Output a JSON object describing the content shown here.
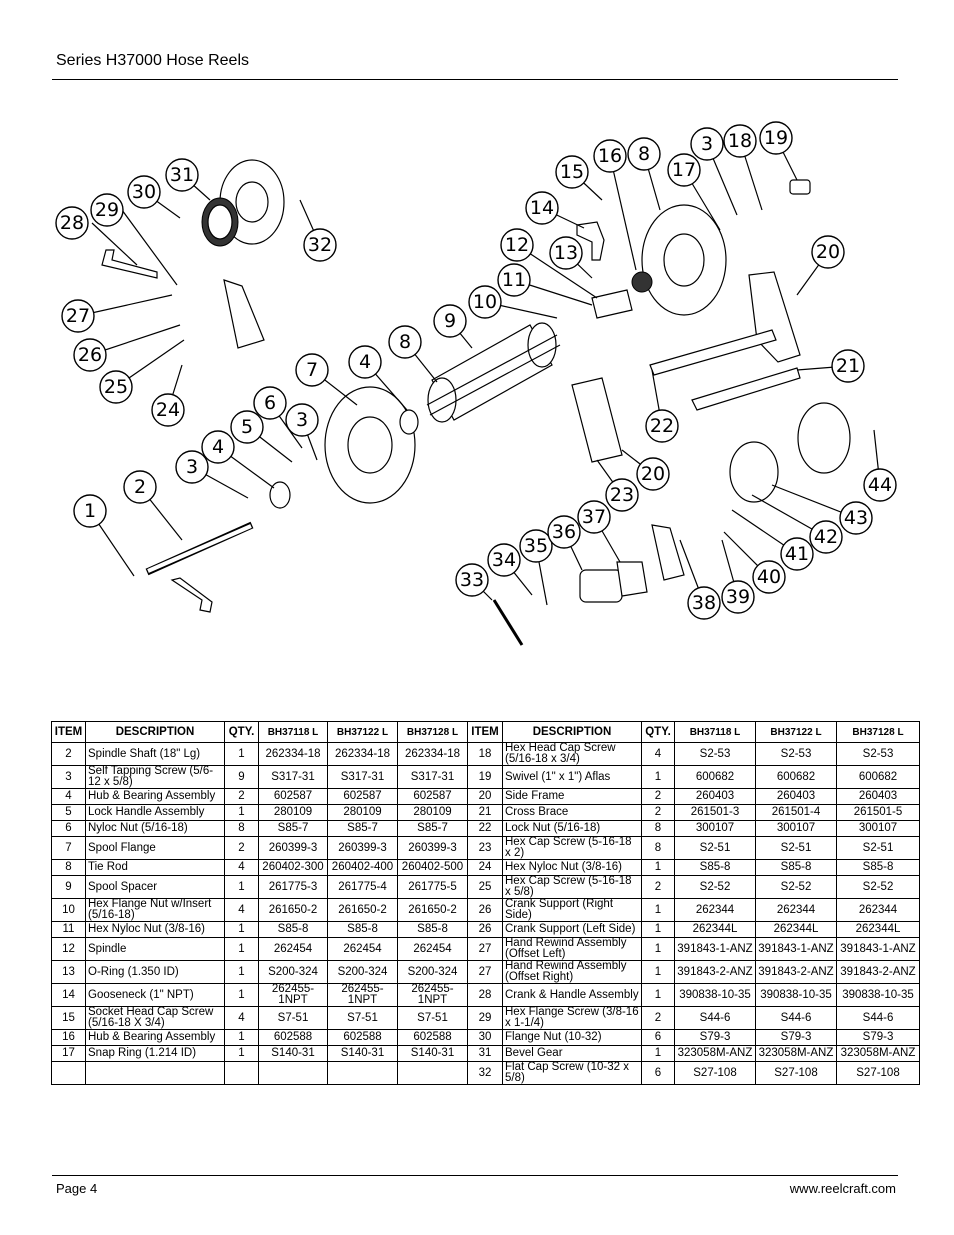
{
  "header": {
    "title": "Series H37000 Hose Reels"
  },
  "diagram": {
    "callouts": [
      "1",
      "2",
      "3",
      "4",
      "5",
      "6",
      "3",
      "7",
      "4",
      "8",
      "9",
      "10",
      "11",
      "12",
      "13",
      "14",
      "15",
      "16",
      "8",
      "17",
      "3",
      "18",
      "19",
      "20",
      "21",
      "22",
      "20",
      "23",
      "24",
      "25",
      "26",
      "27",
      "28",
      "29",
      "30",
      "31",
      "32",
      "33",
      "34",
      "35",
      "36",
      "37",
      "38",
      "39",
      "40",
      "41",
      "42",
      "43",
      "44"
    ]
  },
  "table": {
    "headers": [
      "ITEM",
      "DESCRIPTION",
      "QTY.",
      "BH37118 L",
      "BH37122 L",
      "BH37128 L",
      "ITEM",
      "DESCRIPTION",
      "QTY.",
      "BH37118 L",
      "BH37122 L",
      "BH37128 L"
    ],
    "rows": [
      [
        "2",
        "Spindle Shaft (18\" Lg)",
        "1",
        "262334-18",
        "262334-18",
        "262334-18",
        "18",
        "Hex Head Cap Screw (5/16-18 x 3/4)",
        "4",
        "S2-53",
        "S2-53",
        "S2-53"
      ],
      [
        "3",
        "Self Tapping Screw (5/6-12 x 5/8)",
        "9",
        "S317-31",
        "S317-31",
        "S317-31",
        "19",
        "Swivel (1\" x 1\") Aflas",
        "1",
        "600682",
        "600682",
        "600682"
      ],
      [
        "4",
        "Hub & Bearing Assembly",
        "2",
        "602587",
        "602587",
        "602587",
        "20",
        "Side Frame",
        "2",
        "260403",
        "260403",
        "260403"
      ],
      [
        "5",
        "Lock Handle Assembly",
        "1",
        "280109",
        "280109",
        "280109",
        "21",
        "Cross Brace",
        "2",
        "261501-3",
        "261501-4",
        "261501-5"
      ],
      [
        "6",
        "Nyloc Nut (5/16-18)",
        "8",
        "S85-7",
        "S85-7",
        "S85-7",
        "22",
        "Lock Nut (5/16-18)",
        "8",
        "300107",
        "300107",
        "300107"
      ],
      [
        "7",
        "Spool Flange",
        "2",
        "260399-3",
        "260399-3",
        "260399-3",
        "23",
        "Hex Cap Screw (5-16-18 x 2)",
        "8",
        "S2-51",
        "S2-51",
        "S2-51"
      ],
      [
        "8",
        "Tie Rod",
        "4",
        "260402-300",
        "260402-400",
        "260402-500",
        "24",
        "Hex Nyloc Nut (3/8-16)",
        "1",
        "S85-8",
        "S85-8",
        "S85-8"
      ],
      [
        "9",
        "Spool Spacer",
        "1",
        "261775-3",
        "261775-4",
        "261775-5",
        "25",
        "Hex Cap Screw (5-16-18 x 5/8)",
        "2",
        "S2-52",
        "S2-52",
        "S2-52"
      ],
      [
        "10",
        "Hex Flange Nut w/Insert (5/16-18)",
        "4",
        "261650-2",
        "261650-2",
        "261650-2",
        "26",
        "Crank Support (Right Side)",
        "1",
        "262344",
        "262344",
        "262344"
      ],
      [
        "11",
        "Hex Nyloc Nut (3/8-16)",
        "1",
        "S85-8",
        "S85-8",
        "S85-8",
        "26",
        "Crank Support (Left Side)",
        "1",
        "262344L",
        "262344L",
        "262344L"
      ],
      [
        "12",
        "Spindle",
        "1",
        "262454",
        "262454",
        "262454",
        "27",
        "Hand Rewind Assembly (Offset Left)",
        "1",
        "391843-1-ANZ",
        "391843-1-ANZ",
        "391843-1-ANZ"
      ],
      [
        "13",
        "O-Ring (1.350 ID)",
        "1",
        "S200-324",
        "S200-324",
        "S200-324",
        "27",
        "Hand Rewind Assembly (Offset Right)",
        "1",
        "391843-2-ANZ",
        "391843-2-ANZ",
        "391843-2-ANZ"
      ],
      [
        "14",
        "Gooseneck (1\" NPT)",
        "1",
        "262455-1NPT",
        "262455-1NPT",
        "262455-1NPT",
        "28",
        "Crank & Handle Assembly",
        "1",
        "390838-10-35",
        "390838-10-35",
        "390838-10-35"
      ],
      [
        "15",
        "Socket Head Cap Screw (5/16-18 X 3/4)",
        "4",
        "S7-51",
        "S7-51",
        "S7-51",
        "29",
        "Hex Flange Screw (3/8-16 x 1-1/4)",
        "2",
        "S44-6",
        "S44-6",
        "S44-6"
      ],
      [
        "16",
        "Hub & Bearing Assembly",
        "1",
        "602588",
        "602588",
        "602588",
        "30",
        "Flange Nut (10-32)",
        "6",
        "S79-3",
        "S79-3",
        "S79-3"
      ],
      [
        "17",
        "Snap Ring (1.214 ID)",
        "1",
        "S140-31",
        "S140-31",
        "S140-31",
        "31",
        "Bevel Gear",
        "1",
        "323058M-ANZ",
        "323058M-ANZ",
        "323058M-ANZ"
      ],
      [
        "",
        "",
        "",
        "",
        "",
        "",
        "32",
        "Flat Cap Screw (10-32 x 5/8)",
        "6",
        "S27-108",
        "S27-108",
        "S27-108"
      ]
    ]
  },
  "footer": {
    "page": "Page 4",
    "url": "www.reelcraft.com"
  }
}
